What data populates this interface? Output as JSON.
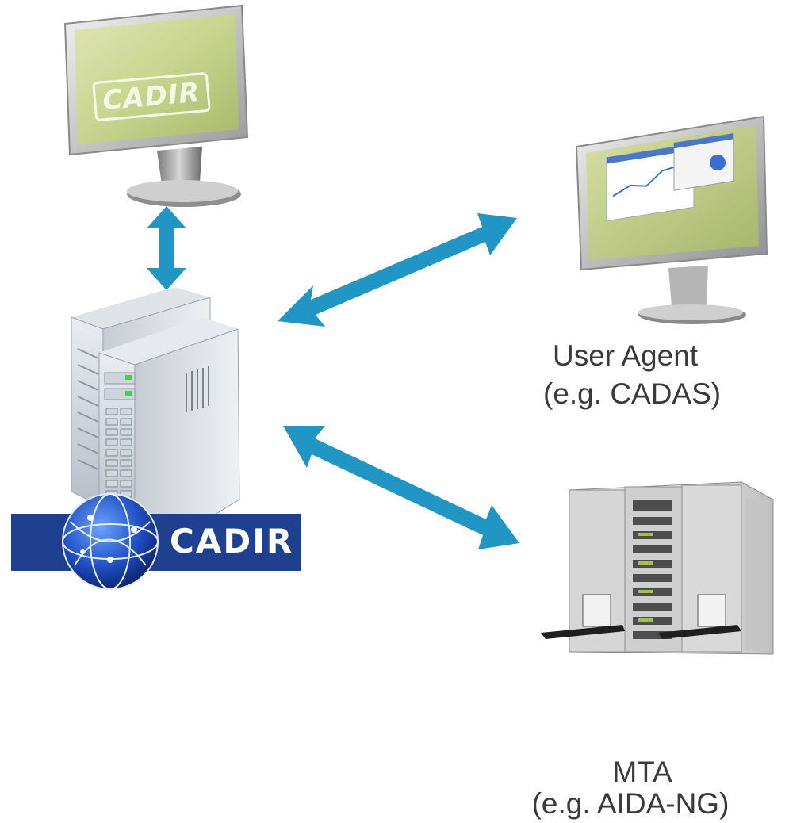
{
  "monitor_top": {
    "screen_logo": "CADIR"
  },
  "server": {
    "badge_text": "CADIR"
  },
  "user_agent": {
    "line1": "User Agent",
    "line2": "(e.g. CADAS)"
  },
  "mta": {
    "line1": "MTA",
    "line2": "(e.g. AIDA-NG)"
  },
  "colors": {
    "arrow": "#2196c4",
    "badge_bg": "#1f3f8f",
    "screen": "#c5d28a"
  }
}
